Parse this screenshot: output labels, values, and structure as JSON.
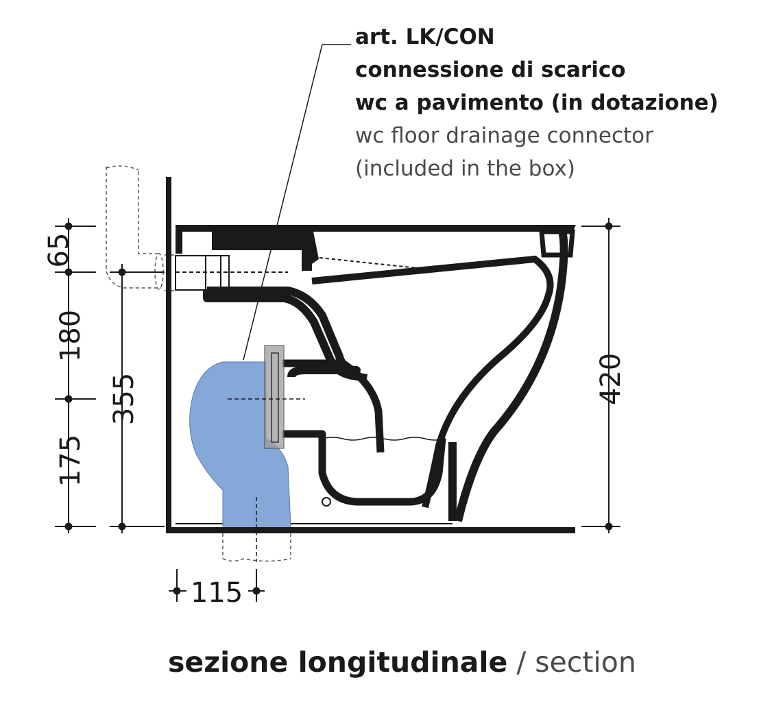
{
  "callout": {
    "code": "art. LK/CON",
    "line_it_1": "connessione di scarico",
    "line_it_2": "wc a pavimento (in dotazione)",
    "line_en_1": "wc floor drainage connector",
    "line_en_2": "(included in the box)"
  },
  "dimensions": {
    "d65": "65",
    "d180": "180",
    "d175": "175",
    "d355": "355",
    "d420": "420",
    "d115": "115"
  },
  "caption": {
    "title_it": "sezione longitudinale",
    "separator": " / ",
    "title_en": "section"
  },
  "colors": {
    "connector": "#86a8d8",
    "ink": "#1a1a1a",
    "flange": "#9e9e9e"
  }
}
